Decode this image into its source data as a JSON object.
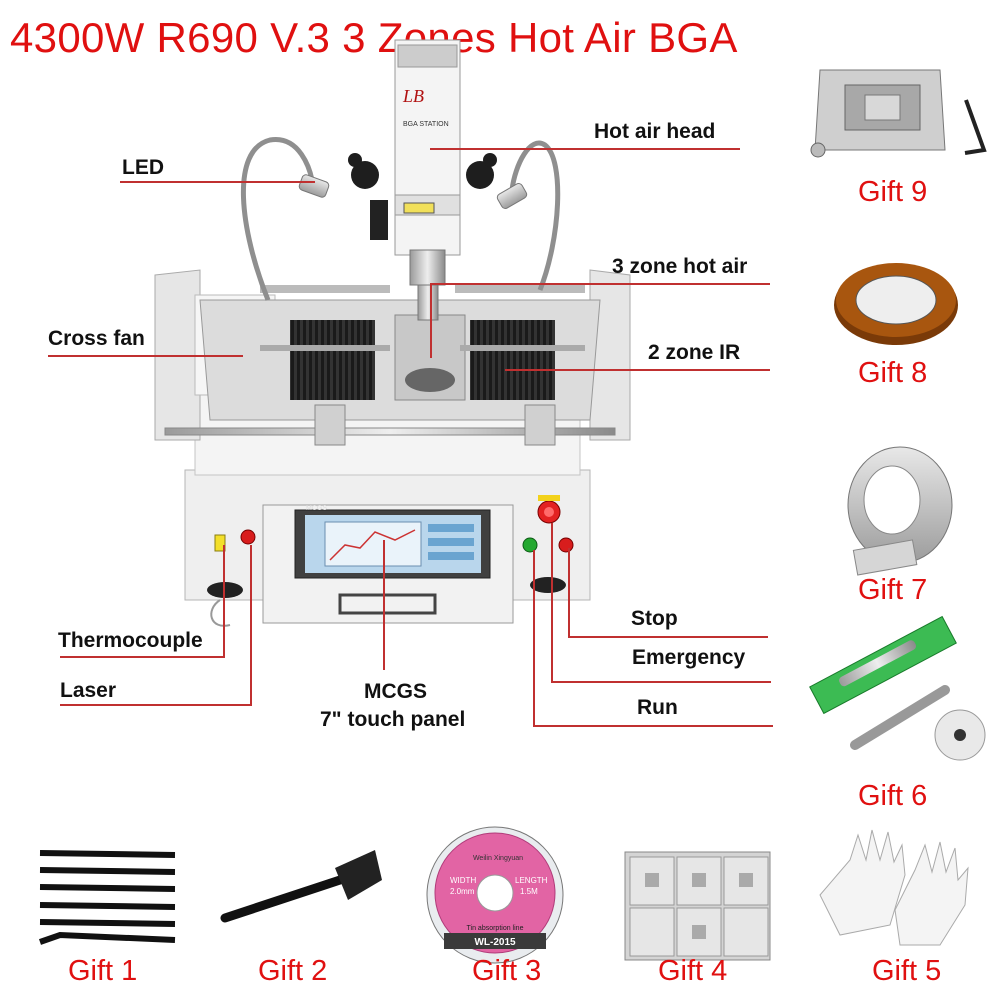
{
  "title": "4300W R690 V.3 3 Zones Hot Air BGA",
  "machine": {
    "head_logo": "LB",
    "head_text": "BGA STATION",
    "panel_brand": "MCGS"
  },
  "labels": {
    "hot_air_head": "Hot air head",
    "led": "LED",
    "three_zone_hot_air": "3 zone hot air",
    "cross_fan": "Cross fan",
    "two_zone_ir": "2 zone IR",
    "stop": "Stop",
    "emergency": "Emergency",
    "thermocouple": "Thermocouple",
    "laser": "Laser",
    "run": "Run",
    "mcgs_line1": "MCGS",
    "mcgs_line2": "7\" touch panel"
  },
  "gifts": [
    {
      "label": "Gift 1",
      "item": "tweezers-set"
    },
    {
      "label": "Gift 2",
      "item": "brush"
    },
    {
      "label": "Gift 3",
      "item": "desoldering-wick"
    },
    {
      "label": "Gift 4",
      "item": "stencils"
    },
    {
      "label": "Gift 5",
      "item": "gloves"
    },
    {
      "label": "Gift 6",
      "item": "vacuum-pen"
    },
    {
      "label": "Gift 7",
      "item": "aluminum-tape"
    },
    {
      "label": "Gift 8",
      "item": "kapton-tape"
    },
    {
      "label": "Gift 9",
      "item": "reballing-station"
    }
  ],
  "wick": {
    "brand": "Weilin Xingyuan",
    "width_label": "WIDTH",
    "width_value": "2.0mm",
    "length_label": "LENGTH",
    "length_value": "1.5M",
    "model": "WL-2015",
    "subtitle": "Tin absorption line"
  },
  "colors": {
    "title": "#e01010",
    "gift": "#e01010",
    "leader": "#c03030",
    "label": "#111111"
  }
}
